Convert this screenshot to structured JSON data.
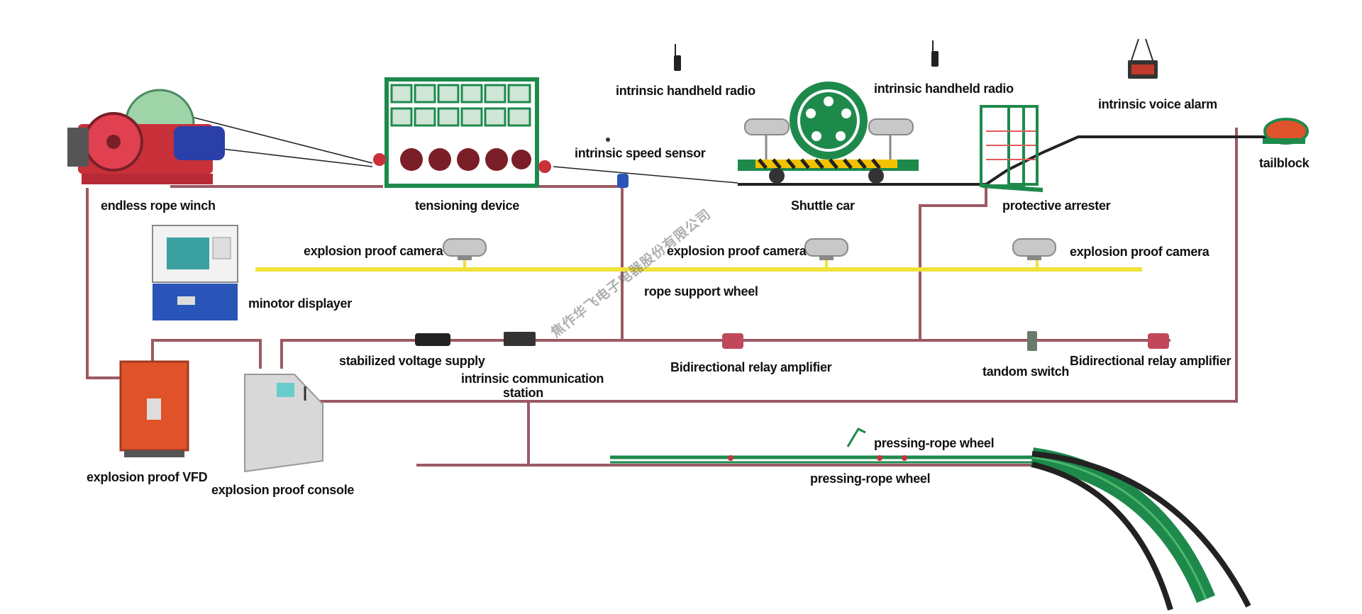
{
  "watermark": "焦作华飞电子电器股份有限公司",
  "labels": {
    "winch": "endless rope winch",
    "tensioning": "tensioning device",
    "radio1": "intrinsic handheld radio",
    "radio2": "intrinsic handheld radio",
    "speed_sensor": "intrinsic speed sensor",
    "shuttle": "Shuttle car",
    "arrester": "protective arrester",
    "voice_alarm": "intrinsic voice alarm",
    "tailblock": "tailblock",
    "camera1": "explosion proof camera",
    "camera2": "explosion proof camera",
    "camera3": "explosion proof camera",
    "monitor": "minotor displayer",
    "support_wheel": "rope support wheel",
    "voltage_supply": "stabilized voltage supply",
    "comm_station_line1": "intrinsic communication",
    "comm_station_line2": "station",
    "relay1": "Bidirectional relay amplifier",
    "relay2": "Bidirectional relay amplifier",
    "tandom": "tandom switch",
    "vfd": "explosion proof VFD",
    "console": "explosion proof console",
    "press_wheel1": "pressing-rope wheel",
    "press_wheel2": "pressing-rope wheel"
  },
  "colors": {
    "cable": "#9b5a63",
    "rope": "#222222",
    "camera_line": "#f0e23a",
    "equipment_green": "#1d8a4c",
    "vfd_orange": "#e0522a",
    "monitor_blue": "#2a55b8"
  }
}
